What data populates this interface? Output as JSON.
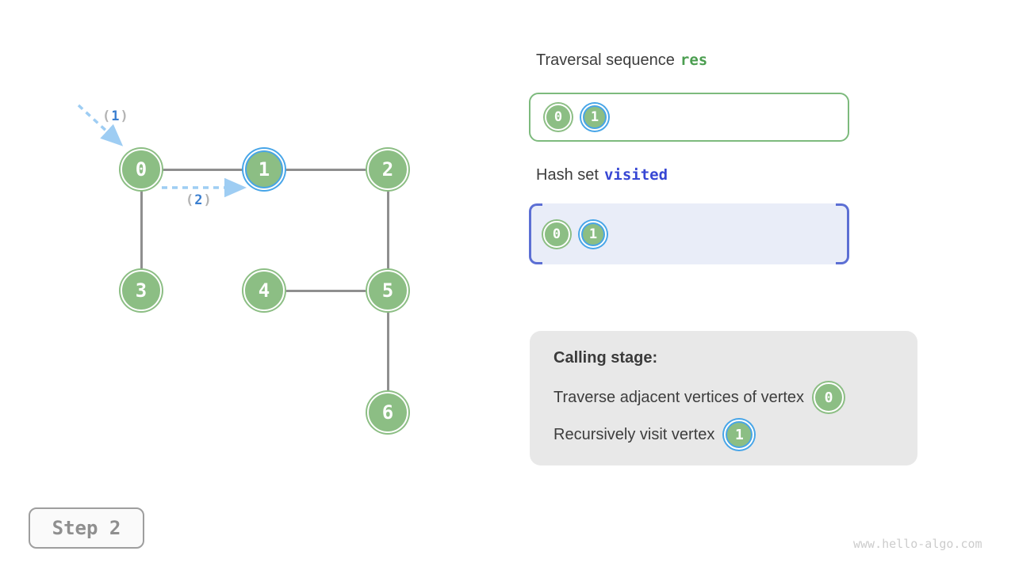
{
  "graph": {
    "nodes": [
      {
        "label": "0",
        "highlighted": false
      },
      {
        "label": "1",
        "highlighted": true
      },
      {
        "label": "2",
        "highlighted": false
      },
      {
        "label": "3",
        "highlighted": false
      },
      {
        "label": "4",
        "highlighted": false
      },
      {
        "label": "5",
        "highlighted": false
      },
      {
        "label": "6",
        "highlighted": false
      }
    ],
    "edges": [
      [
        "0",
        "1"
      ],
      [
        "1",
        "2"
      ],
      [
        "0",
        "3"
      ],
      [
        "2",
        "5"
      ],
      [
        "4",
        "5"
      ],
      [
        "5",
        "6"
      ]
    ],
    "arrows": [
      {
        "prefix": "(",
        "value": "1",
        "suffix": ")"
      },
      {
        "prefix": "(",
        "value": "2",
        "suffix": ")"
      }
    ]
  },
  "panels": {
    "traversal": {
      "title": "Traversal sequence",
      "code": "res",
      "items": [
        {
          "label": "0",
          "highlighted": false
        },
        {
          "label": "1",
          "highlighted": true
        }
      ]
    },
    "visited": {
      "title": "Hash set",
      "code": "visited",
      "items": [
        {
          "label": "0",
          "highlighted": false
        },
        {
          "label": "1",
          "highlighted": true
        }
      ]
    },
    "calling": {
      "title": "Calling stage:",
      "lines": [
        {
          "text": "Traverse adjacent vertices of vertex",
          "vertex": "0",
          "highlighted": false
        },
        {
          "text": "Recursively visit vertex",
          "vertex": "1",
          "highlighted": true
        }
      ]
    }
  },
  "footer": {
    "step_label": "Step 2",
    "watermark": "www.hello-algo.com"
  },
  "colors": {
    "node_green": "#8cbe84",
    "highlight_blue": "#47a5e8",
    "edge_gray": "#8f8f8f",
    "dashed_arrow_blue": "#9ecdf3",
    "step_number_blue": "#3b7fd0",
    "res_code_green": "#4b9e50",
    "visited_code_indigo": "#3747d4",
    "hash_box_bg": "#e9edf8",
    "hash_bracket_blue": "#5c6fd4",
    "res_box_border_green": "#7dba7d",
    "calling_box_bg": "#e8e8e8"
  }
}
